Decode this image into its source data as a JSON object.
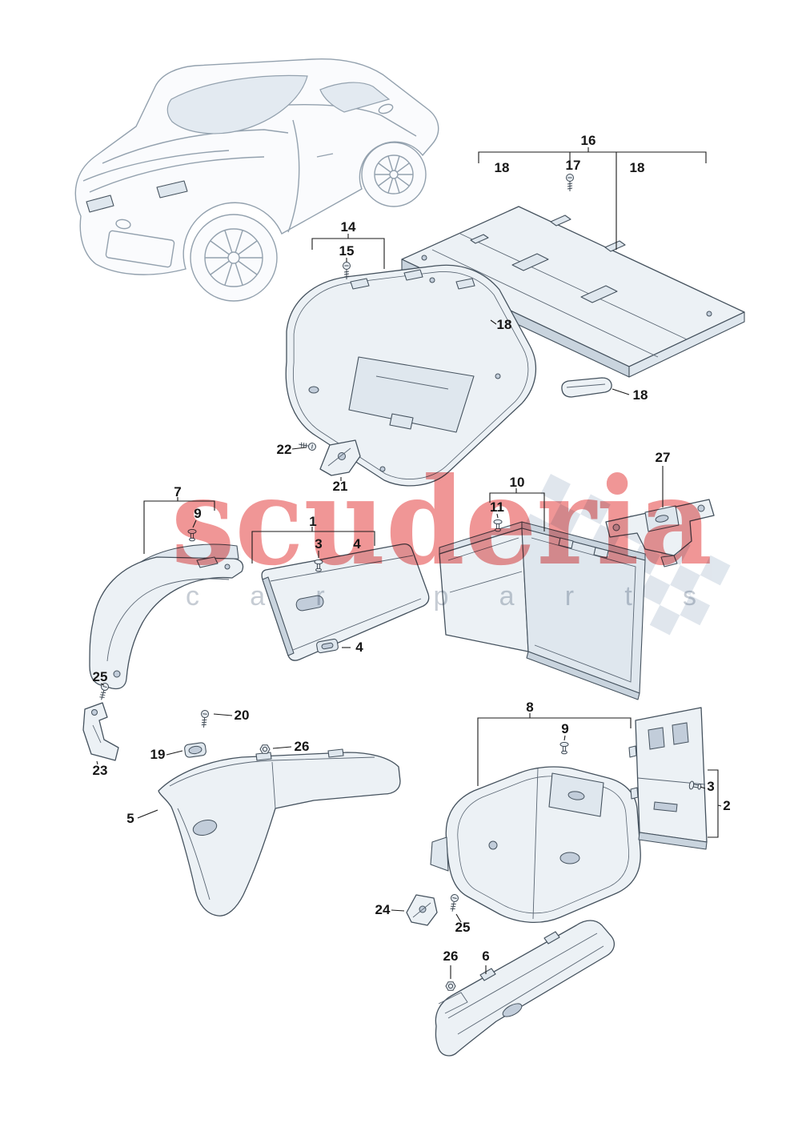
{
  "watermark": {
    "brand": "scuderia",
    "tagline": "car parts",
    "brand_color": "#e23636",
    "tagline_color": "#c3cad2"
  },
  "diagram": {
    "line_color": "#45525e",
    "panel_fill": "#ecf1f5",
    "panel_fill_mid": "#dfe7ee",
    "panel_fill_dark": "#c9d4de",
    "callout_color": "#151515",
    "checker_color": "#dde4ec"
  },
  "callouts": {
    "c16": "16",
    "c18a": "18",
    "c17": "17",
    "c18b": "18",
    "c14": "14",
    "c15": "15",
    "c18c": "18",
    "c18d": "18",
    "c22": "22",
    "c21": "21",
    "c7": "7",
    "c9a": "9",
    "c27": "27",
    "c10": "10",
    "c11": "11",
    "c1": "1",
    "c3a": "3",
    "c4a": "4",
    "c4b": "4",
    "c25a": "25",
    "c23": "23",
    "c20": "20",
    "c19": "19",
    "c26a": "26",
    "c5": "5",
    "c8": "8",
    "c9b": "9",
    "c3b": "3",
    "c2": "2",
    "c24": "24",
    "c25b": "25",
    "c26b": "26",
    "c6": "6"
  }
}
